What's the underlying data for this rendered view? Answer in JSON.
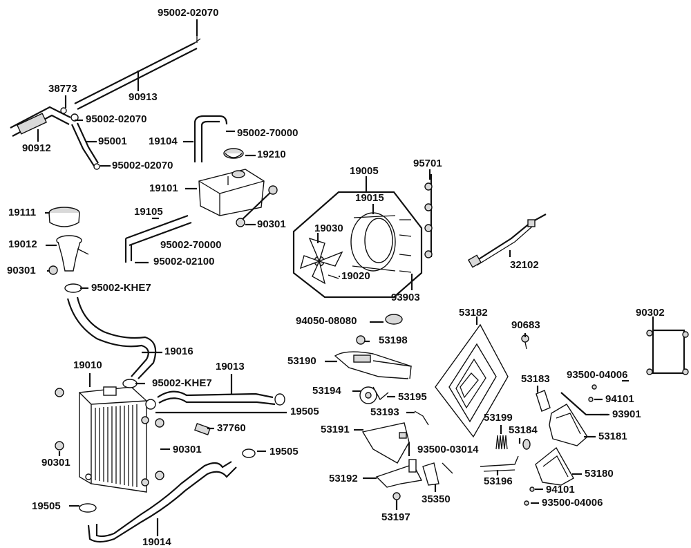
{
  "labels": {
    "p95002_02070_top": "95002-02070",
    "p38773": "38773",
    "p90913": "90913",
    "p95002_02070_mid": "95002-02070",
    "p95001": "95001",
    "p90912": "90912",
    "p95002_02070_low": "95002-02070",
    "p19104": "19104",
    "p95002_70000_a": "95002-70000",
    "p19210": "19210",
    "p19005": "19005",
    "p95701": "95701",
    "p19101": "19101",
    "p19015": "19015",
    "p19111": "19111",
    "p19105": "19105",
    "p90301_a": "90301",
    "p19030": "19030",
    "p95002_70000_b": "95002-70000",
    "p19012": "19012",
    "p95002_02100": "95002-02100",
    "p32102": "32102",
    "p90301_b": "90301",
    "p19020": "19020",
    "p95002_khe7_a": "95002-KHE7",
    "p93903": "93903",
    "p53182": "53182",
    "p90302": "90302",
    "p94050_08080": "94050-08080",
    "p90683": "90683",
    "p53198": "53198",
    "p19016": "19016",
    "p53190": "53190",
    "p19010": "19010",
    "p19013": "19013",
    "p93500_04006_a": "93500-04006",
    "p53183": "53183",
    "p95002_khe7_b": "95002-KHE7",
    "p53194": "53194",
    "p53195": "53195",
    "p94101_a": "94101",
    "p19505_a": "19505",
    "p53193": "53193",
    "p93901": "93901",
    "p53199": "53199",
    "p37760": "37760",
    "p53191": "53191",
    "p53184": "53184",
    "p53181": "53181",
    "p90301_c": "90301",
    "p93500_03014": "93500-03014",
    "p19505_b": "19505",
    "p90301_d": "90301",
    "p53192": "53192",
    "p53196": "53196",
    "p53180": "53180",
    "p35350": "35350",
    "p94101_b": "94101",
    "p19505_c": "19505",
    "p93500_04006_b": "93500-04006",
    "p53197": "53197",
    "p19014": "19014"
  }
}
